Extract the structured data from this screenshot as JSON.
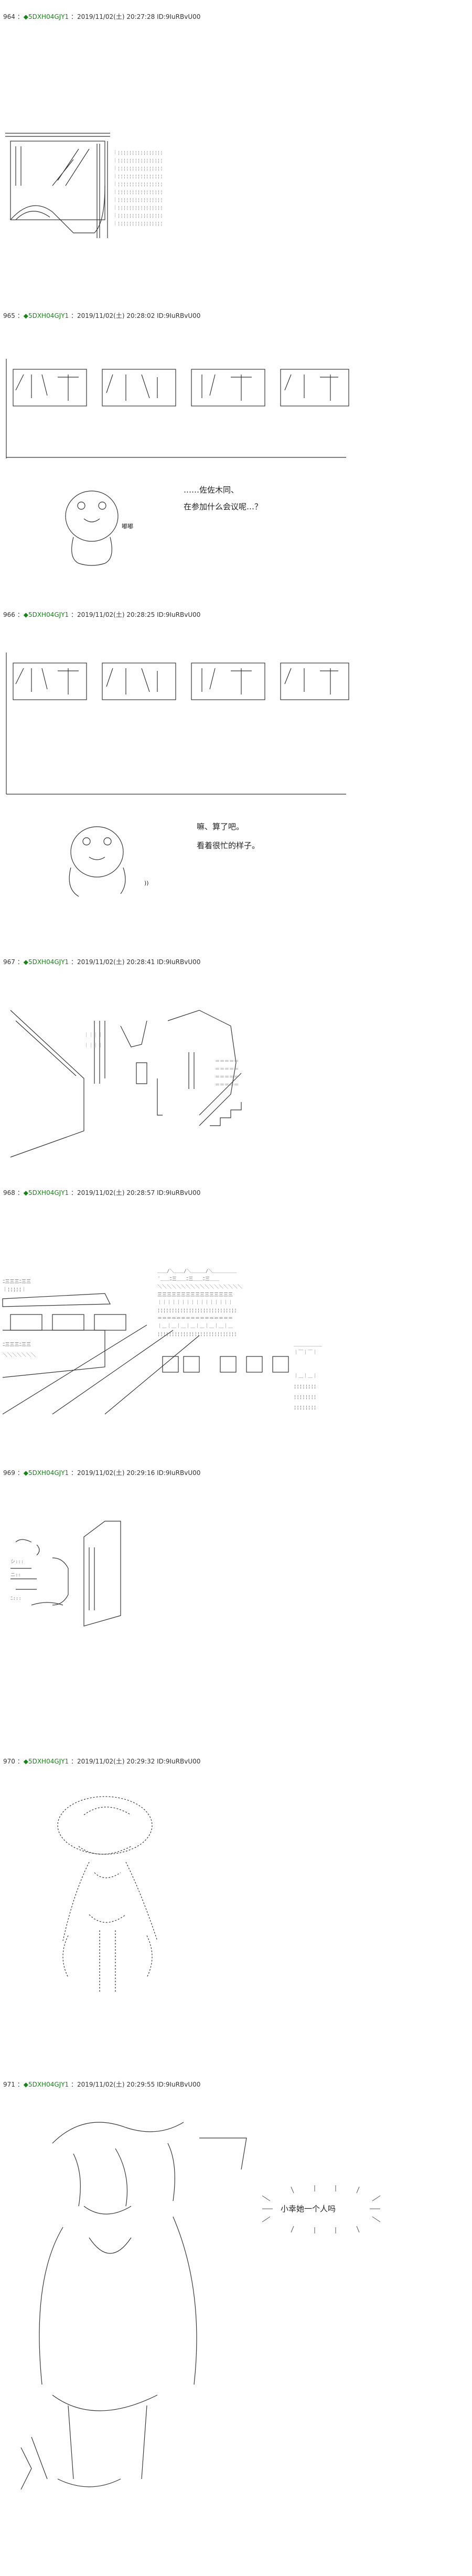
{
  "posts": [
    {
      "num": "964",
      "name": "◆5DXH04GJY1",
      "date": "2019/11/02(土) 20:27:28",
      "id": "ID:9IuRBvU00"
    },
    {
      "num": "965",
      "name": "◆5DXH04GJY1",
      "date": "2019/11/02(土) 20:28:02",
      "id": "ID:9IuRBvU00",
      "lines": [
        "……佐佐木同、",
        "在参加什么会议呢…？"
      ],
      "sfx": "嘟嘟"
    },
    {
      "num": "966",
      "name": "◆5DXH04GJY1",
      "date": "2019/11/02(土) 20:28:25",
      "id": "ID:9IuRBvU00",
      "lines": [
        "嘛、算了吧。",
        "看着很忙的样子。"
      ],
      "sfx": "))"
    },
    {
      "num": "967",
      "name": "◆5DXH04GJY1",
      "date": "2019/11/02(土) 20:28:41",
      "id": "ID:9IuRBvU00"
    },
    {
      "num": "968",
      "name": "◆5DXH04GJY1",
      "date": "2019/11/02(土) 20:28:57",
      "id": "ID:9IuRBvU00"
    },
    {
      "num": "969",
      "name": "◆5DXH04GJY1",
      "date": "2019/11/02(土) 20:29:16",
      "id": "ID:9IuRBvU00"
    },
    {
      "num": "970",
      "name": "◆5DXH04GJY1",
      "date": "2019/11/02(土) 20:29:32",
      "id": "ID:9IuRBvU00"
    },
    {
      "num": "971",
      "name": "◆5DXH04GJY1",
      "date": "2019/11/02(土) 20:29:55",
      "id": "ID:9IuRBvU00",
      "lines": [
        "小幸她一个人吗"
      ]
    }
  ],
  "colors": {
    "trip": "#118811",
    "ink": "#222222",
    "background": "#ffffff"
  }
}
